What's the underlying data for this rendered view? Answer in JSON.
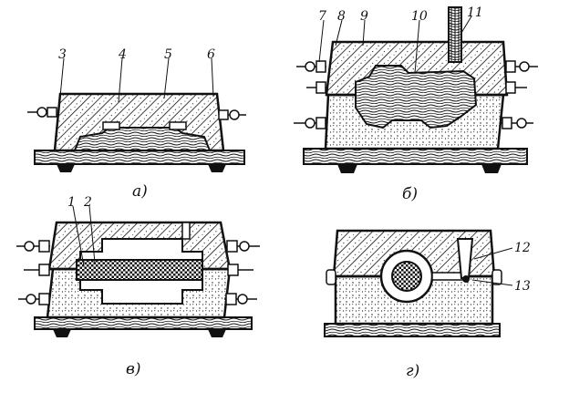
{
  "colors": {
    "ink": "#111111",
    "paper": "#ffffff",
    "sand": "#f2f2f2"
  },
  "callouts": [
    "1",
    "2",
    "3",
    "4",
    "5",
    "6",
    "7",
    "8",
    "9",
    "10",
    "11",
    "12",
    "13"
  ],
  "panels": [
    {
      "id": "a",
      "caption": "а)",
      "callouts": [
        "3",
        "4",
        "5",
        "6"
      ]
    },
    {
      "id": "b",
      "caption": "б)",
      "callouts": [
        "7",
        "8",
        "9",
        "10",
        "11"
      ]
    },
    {
      "id": "v",
      "caption": "в)",
      "callouts": [
        "1",
        "2"
      ]
    },
    {
      "id": "g",
      "caption": "г)",
      "callouts": [
        "12",
        "13"
      ]
    }
  ]
}
